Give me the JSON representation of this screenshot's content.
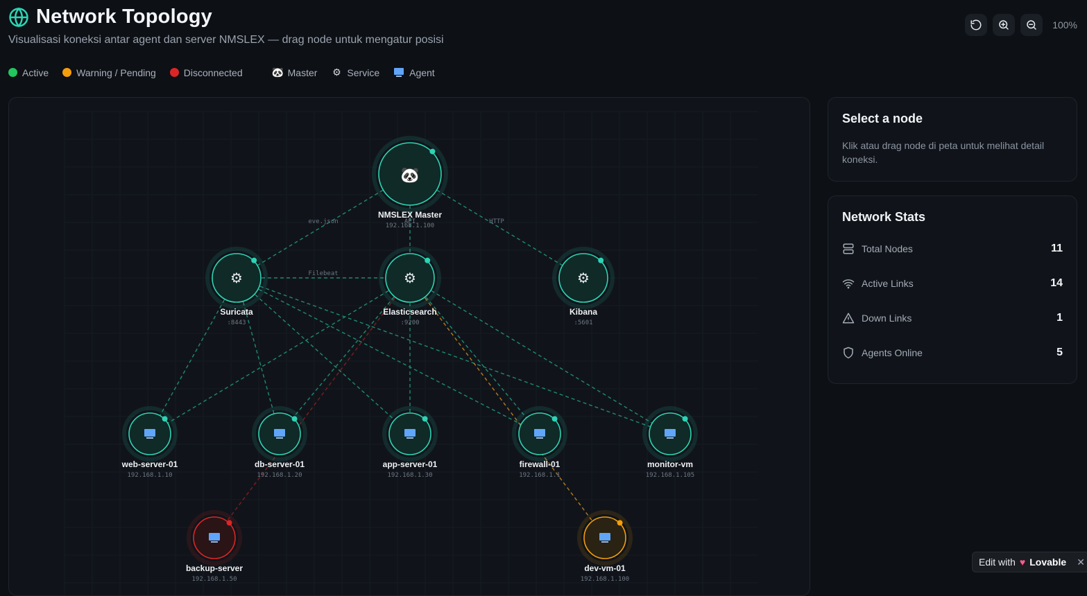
{
  "header": {
    "title": "Network Topology",
    "subtitle": "Visualisasi koneksi antar agent dan server NMSLEX — drag node untuk mengatur posisi"
  },
  "legend": {
    "statuses": [
      {
        "label": "Active",
        "color": "#22c55e"
      },
      {
        "label": "Warning / Pending",
        "color": "#f59e0b"
      },
      {
        "label": "Disconnected",
        "color": "#dc2626"
      }
    ],
    "types": [
      {
        "label": "Master",
        "icon": "panda-icon"
      },
      {
        "label": "Service",
        "icon": "gear-icon"
      },
      {
        "label": "Agent",
        "icon": "monitor-icon"
      }
    ]
  },
  "toolbar": {
    "zoom": "100%",
    "buttons": [
      "reset-icon",
      "zoom-in-icon",
      "zoom-out-icon"
    ]
  },
  "colors": {
    "active": "#2dd4b4",
    "warning": "#f59e0b",
    "down": "#dc2626",
    "link": "#1f8a70"
  },
  "topology": {
    "nodes": [
      {
        "id": "master",
        "name": "NMSLEX Master",
        "sub": "192.168.1.100",
        "kind": "master",
        "status": "active"
      },
      {
        "id": "suricata",
        "name": "Suricata",
        "sub": ":8443",
        "kind": "service",
        "status": "active"
      },
      {
        "id": "elastic",
        "name": "Elasticsearch",
        "sub": ":9200",
        "kind": "service",
        "status": "active"
      },
      {
        "id": "kibana",
        "name": "Kibana",
        "sub": ":5601",
        "kind": "service",
        "status": "active"
      },
      {
        "id": "web",
        "name": "web-server-01",
        "sub": "192.168.1.10",
        "kind": "agent",
        "status": "active"
      },
      {
        "id": "db",
        "name": "db-server-01",
        "sub": "192.168.1.20",
        "kind": "agent",
        "status": "active"
      },
      {
        "id": "app",
        "name": "app-server-01",
        "sub": "192.168.1.30",
        "kind": "agent",
        "status": "active"
      },
      {
        "id": "fw",
        "name": "firewall-01",
        "sub": "192.168.1.1",
        "kind": "agent",
        "status": "active"
      },
      {
        "id": "mon",
        "name": "monitor-vm",
        "sub": "192.168.1.105",
        "kind": "agent",
        "status": "active"
      },
      {
        "id": "backup",
        "name": "backup-server",
        "sub": "192.168.1.50",
        "kind": "agent",
        "status": "down"
      },
      {
        "id": "dev",
        "name": "dev-vm-01",
        "sub": "192.168.1.100",
        "kind": "agent",
        "status": "warning"
      }
    ],
    "links": [
      {
        "from": "master",
        "to": "suricata",
        "label": "eve.json",
        "status": "active"
      },
      {
        "from": "master",
        "to": "elastic",
        "label": "API",
        "status": "active"
      },
      {
        "from": "master",
        "to": "kibana",
        "label": "HTTP",
        "status": "active"
      },
      {
        "from": "suricata",
        "to": "elastic",
        "label": "Filebeat",
        "status": "active"
      },
      {
        "from": "suricata",
        "to": "web",
        "label": "",
        "status": "active"
      },
      {
        "from": "suricata",
        "to": "db",
        "label": "",
        "status": "active"
      },
      {
        "from": "suricata",
        "to": "app",
        "label": "",
        "status": "active"
      },
      {
        "from": "suricata",
        "to": "fw",
        "label": "",
        "status": "active"
      },
      {
        "from": "suricata",
        "to": "mon",
        "label": "",
        "status": "active"
      },
      {
        "from": "elastic",
        "to": "web",
        "label": "",
        "status": "active"
      },
      {
        "from": "elastic",
        "to": "db",
        "label": "",
        "status": "active"
      },
      {
        "from": "elastic",
        "to": "app",
        "label": "",
        "status": "active"
      },
      {
        "from": "elastic",
        "to": "fw",
        "label": "",
        "status": "active"
      },
      {
        "from": "elastic",
        "to": "mon",
        "label": "",
        "status": "active"
      },
      {
        "from": "elastic",
        "to": "dev",
        "label": "",
        "status": "warning"
      },
      {
        "from": "elastic",
        "to": "backup",
        "label": "",
        "status": "down"
      }
    ]
  },
  "select_panel": {
    "title": "Select a node",
    "hint": "Klik atau drag node di peta untuk melihat detail koneksi."
  },
  "stats": {
    "title": "Network Stats",
    "items": [
      {
        "label": "Total Nodes",
        "value": "11",
        "icon": "server-icon"
      },
      {
        "label": "Active Links",
        "value": "14",
        "icon": "wifi-icon"
      },
      {
        "label": "Down Links",
        "value": "1",
        "icon": "warning-icon"
      },
      {
        "label": "Agents Online",
        "value": "5",
        "icon": "shield-icon"
      }
    ]
  },
  "badge": {
    "text": "Edit with",
    "brand": "Lovable"
  }
}
